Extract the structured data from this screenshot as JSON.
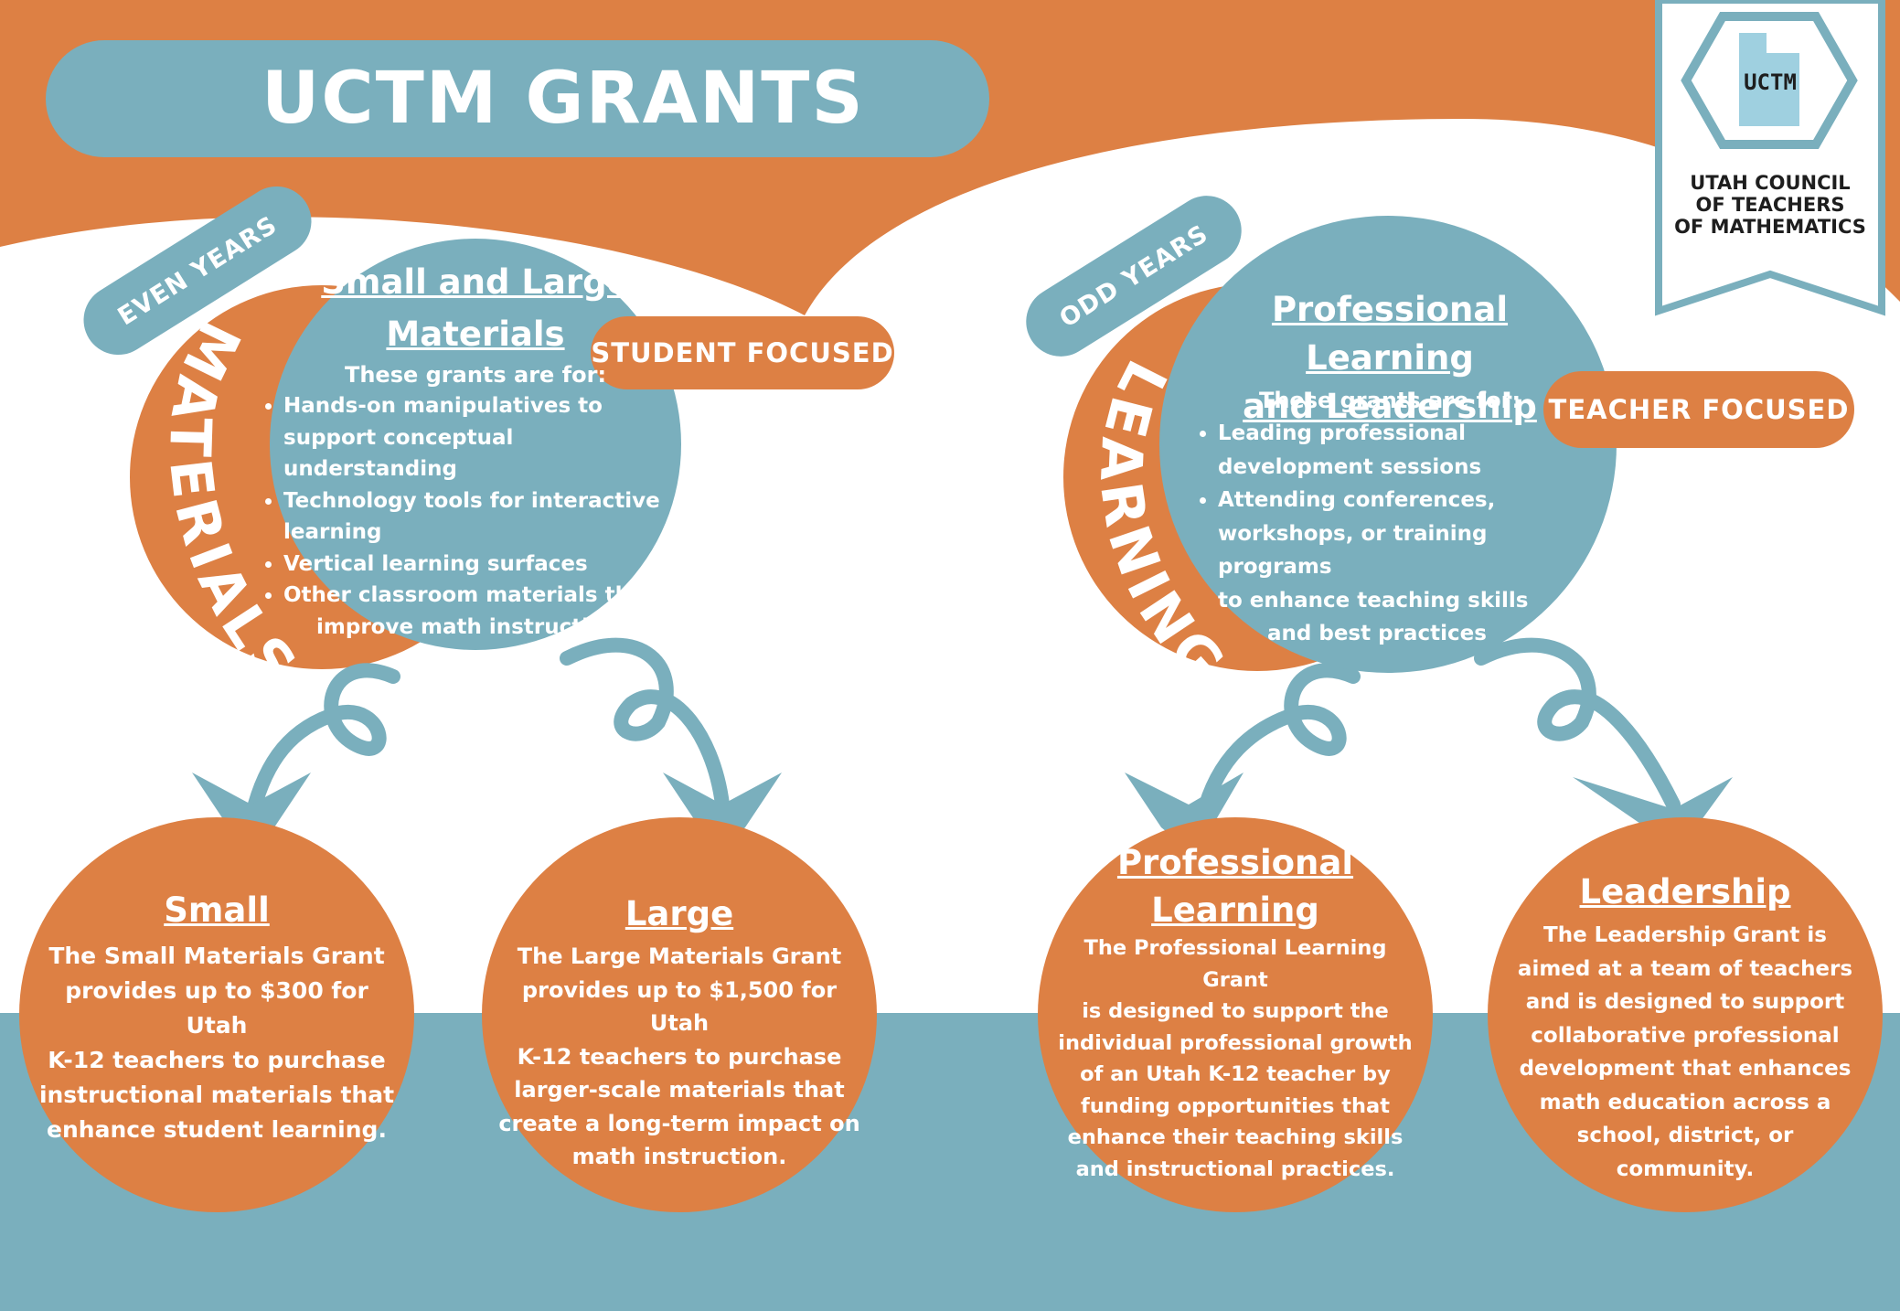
{
  "title": "UCTM GRANTS",
  "logo": {
    "abbr": "UCTM",
    "line1": "UTAH COUNCIL",
    "line2": "OF TEACHERS",
    "line3": "OF MATHEMATICS"
  },
  "colors": {
    "orange": "#dd8044",
    "blue": "#7aafbd",
    "white": "#ffffff"
  },
  "materials": {
    "year_tag": "EVEN YEARS",
    "arc_label": "MATERIALS",
    "focus": "STUDENT FOCUSED",
    "heading_line1": "Small and Large",
    "heading_line2": "Materials",
    "intro": "These grants are for:",
    "items": [
      {
        "line1": "Hands-on manipulatives to",
        "line2": "support conceptual understanding"
      },
      {
        "line1": "Technology tools for interactive",
        "line2": "learning"
      },
      {
        "line1": "Vertical learning surfaces",
        "line2": ""
      },
      {
        "line1": "Other classroom materials that",
        "line2": "improve math instruction"
      }
    ]
  },
  "learning": {
    "year_tag": "ODD YEARS",
    "arc_label": "LEARNING",
    "focus": "TEACHER FOCUSED",
    "heading_line1": "Professional Learning",
    "heading_line2": "and Leadership",
    "intro": "These grants are for:",
    "items": [
      {
        "line1": "Leading professional",
        "line2": "development sessions",
        "line3": ""
      },
      {
        "line1": "Attending conferences,",
        "line2": "workshops, or training programs",
        "line3": "to enhance teaching skills",
        "line4": "and best practices"
      }
    ]
  },
  "grants": {
    "small": {
      "title": "Small",
      "lines": [
        "The Small Materials Grant",
        "provides up to $300 for Utah",
        "K-12 teachers to purchase",
        "instructional materials that",
        "enhance student learning."
      ]
    },
    "large": {
      "title": "Large",
      "lines": [
        "The Large Materials Grant",
        "provides up to $1,500 for Utah",
        "K-12 teachers to purchase",
        "larger-scale materials that",
        "create a long-term impact on",
        "math instruction."
      ]
    },
    "professional": {
      "title_line1": "Professional",
      "title_line2": "Learning",
      "lines": [
        "The Professional Learning Grant",
        "is designed to support the",
        "individual professional growth",
        "of an Utah K-12 teacher by",
        "funding opportunities that",
        "enhance their teaching skills",
        "and instructional practices."
      ]
    },
    "leadership": {
      "title": "Leadership",
      "lines": [
        "The Leadership Grant is",
        "aimed at a team of teachers",
        "and is designed to support",
        "collaborative professional",
        "development that enhances",
        "math education across a",
        "school, district, or",
        "community."
      ]
    }
  }
}
